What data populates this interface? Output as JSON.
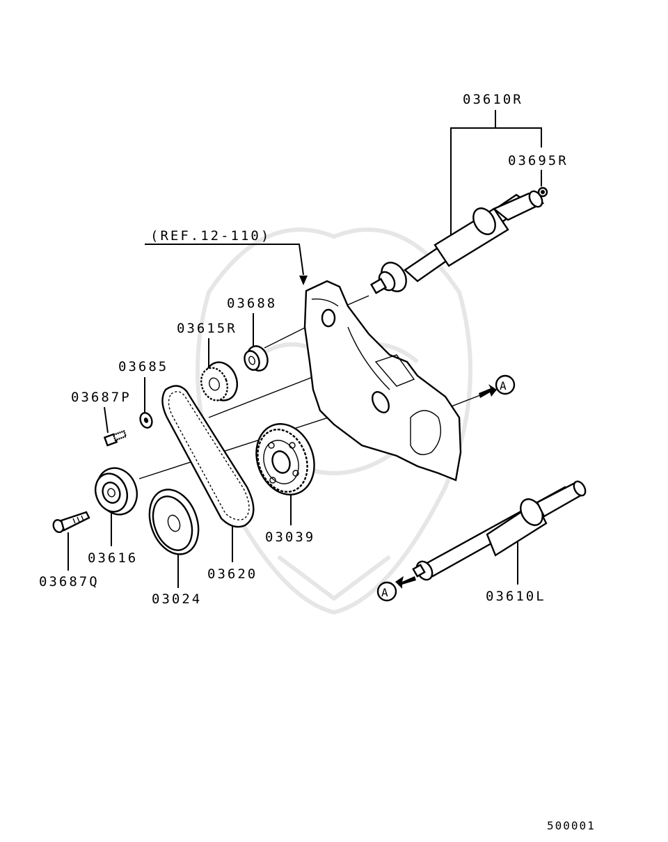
{
  "diagram": {
    "reference": "(REF.12-110)",
    "footer_code": "500001",
    "view_marker": "A",
    "parts": {
      "p03610R": "03610R",
      "p03695R": "03695R",
      "p03688": "03688",
      "p03615R": "03615R",
      "p03685": "03685",
      "p03687P": "03687P",
      "p03616": "03616",
      "p03687Q": "03687Q",
      "p03024": "03024",
      "p03620": "03620",
      "p03039": "03039",
      "p03610L": "03610L"
    }
  }
}
